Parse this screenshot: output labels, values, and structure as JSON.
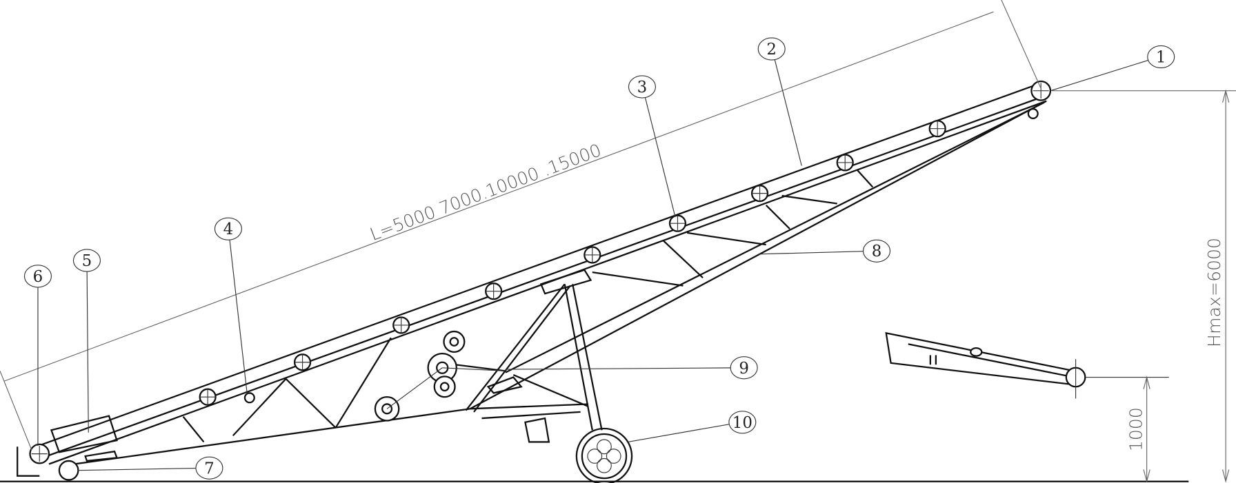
{
  "drawing": {
    "length_dimension": "L=5000 7000.10000 .15000",
    "height_max_dimension": "Hmax=6000",
    "height_min_dimension": "1000",
    "callouts": [
      "1",
      "2",
      "3",
      "4",
      "5",
      "6",
      "7",
      "8",
      "9",
      "10"
    ]
  }
}
